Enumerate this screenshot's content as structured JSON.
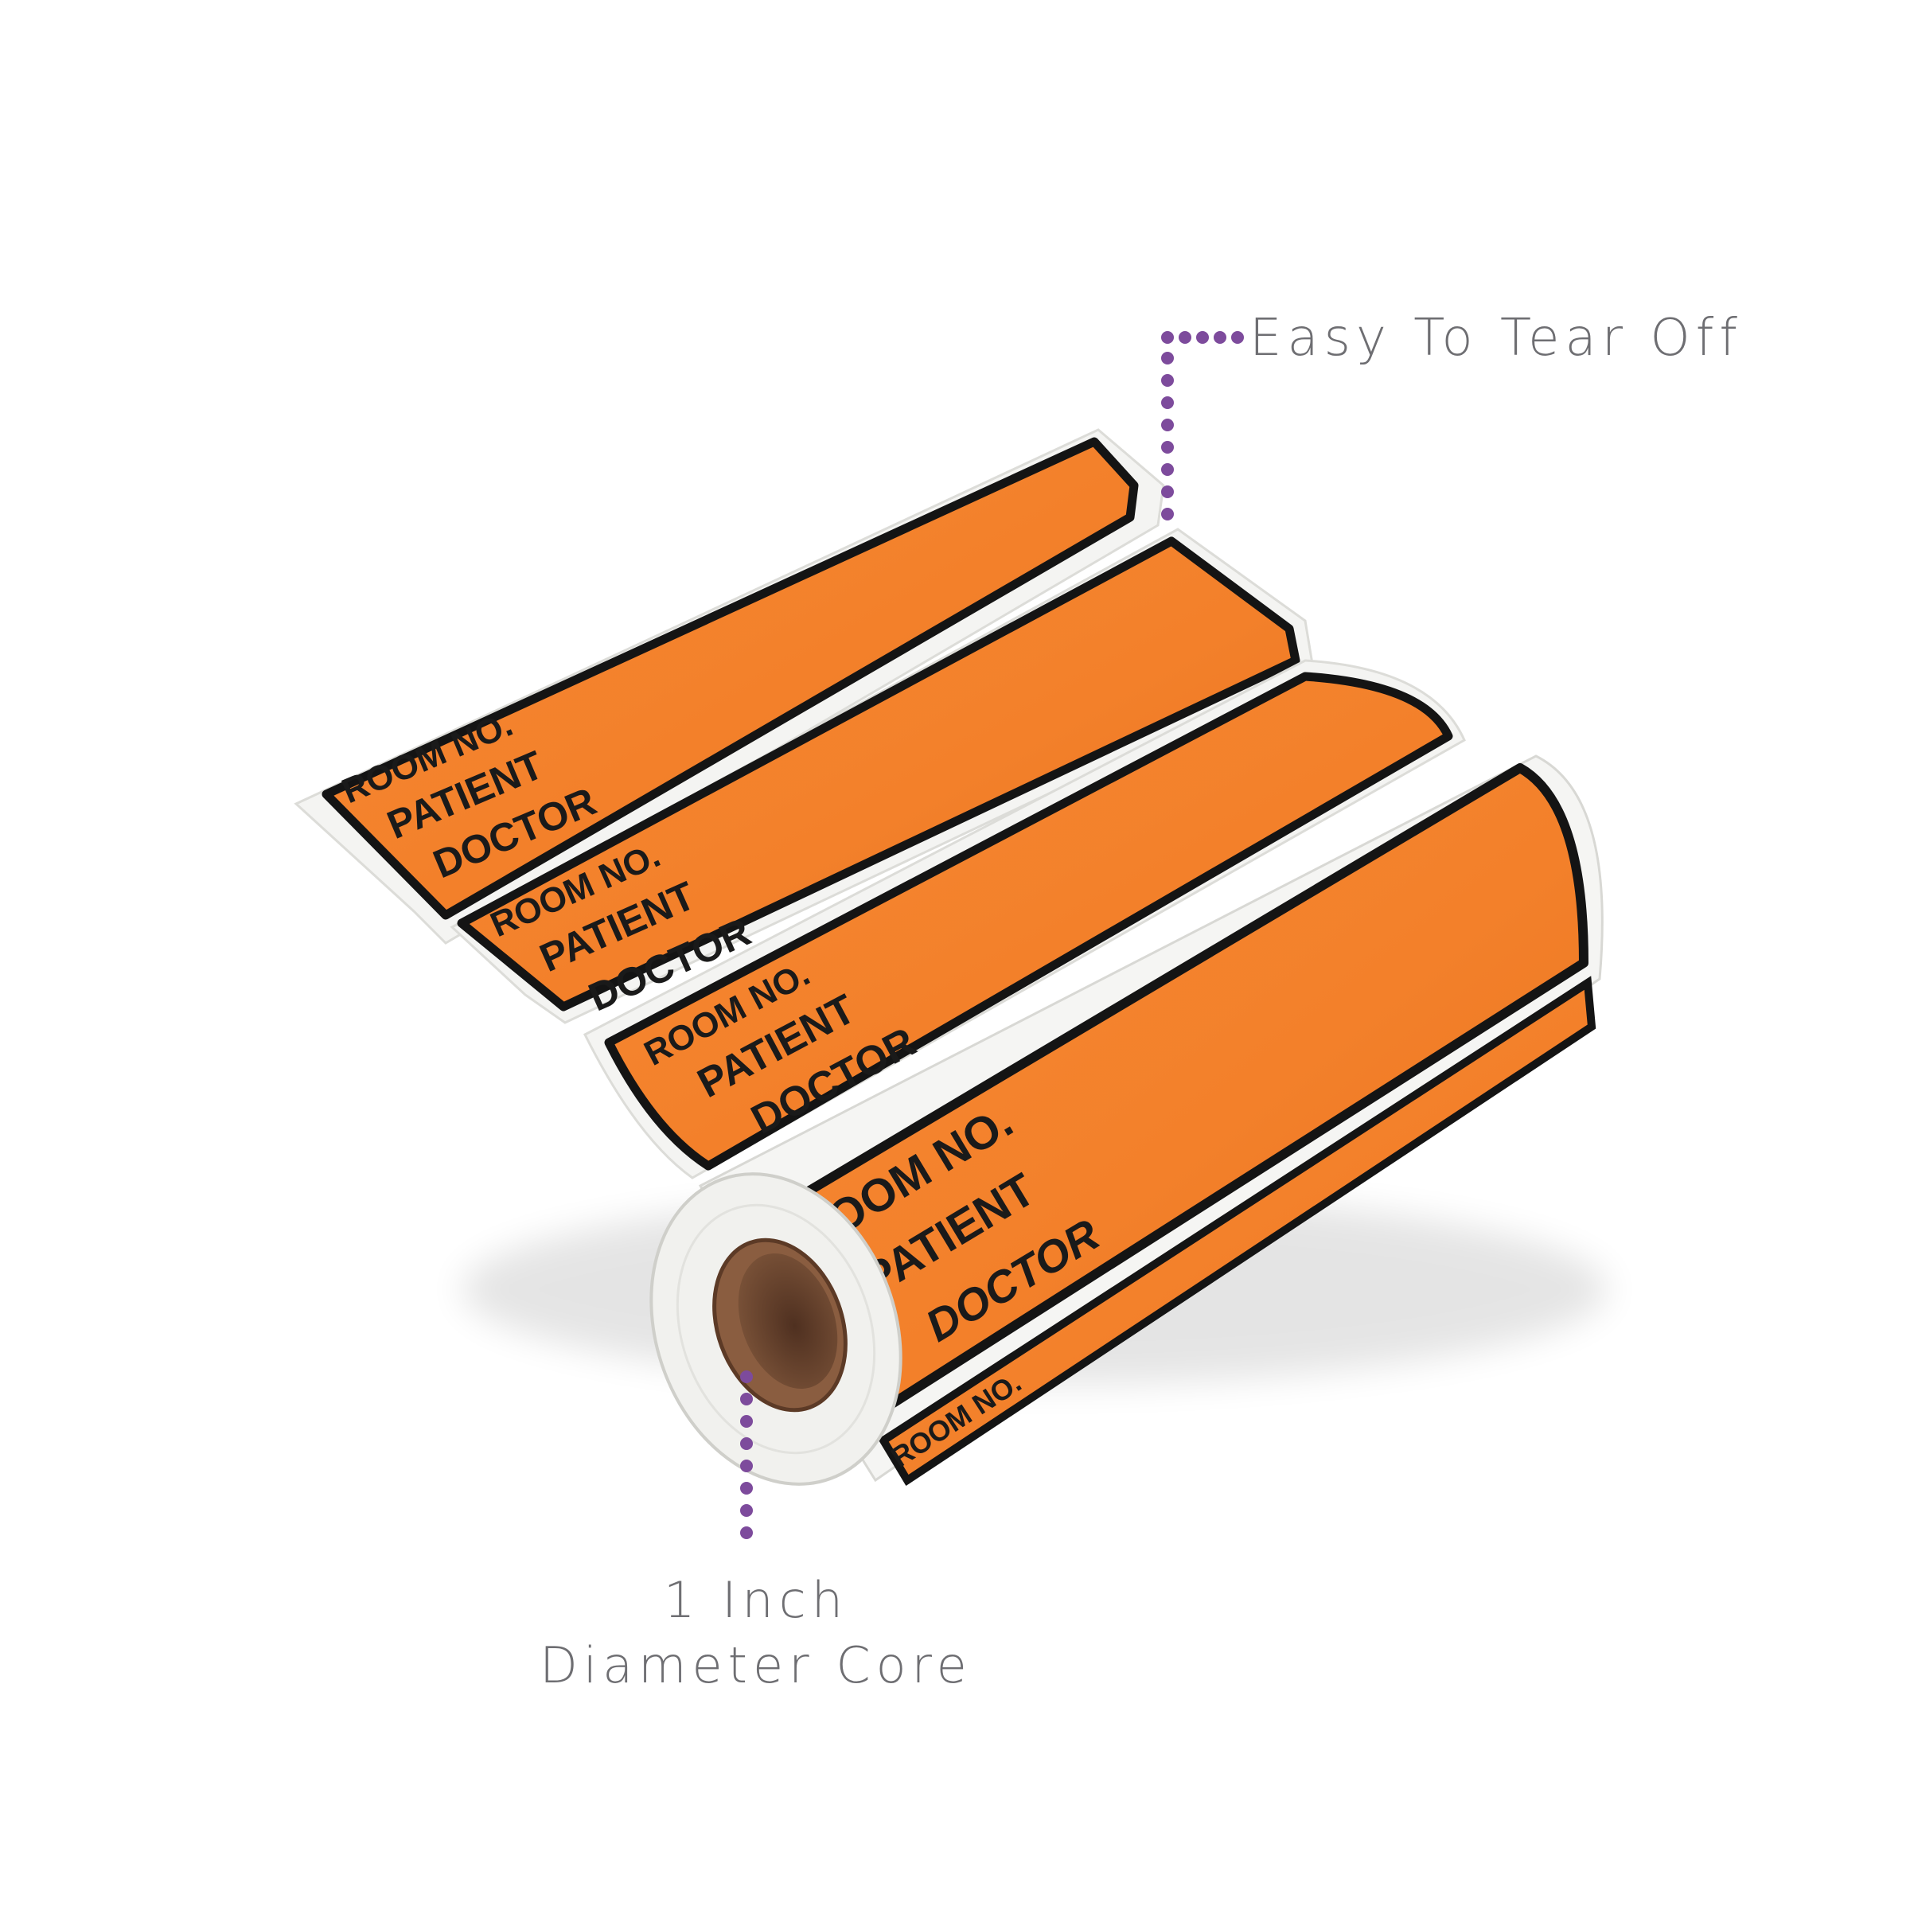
{
  "callouts": {
    "tear_off": "Easy To Tear Off",
    "core_line1": "1 Inch",
    "core_line2": "Diameter Core"
  },
  "label_fields": {
    "room": "ROOM NO.",
    "patient": "PATIENT",
    "doctor": "DOCTOR"
  },
  "colors": {
    "label_orange": "#f3822a",
    "label_border": "#141414",
    "callout_dots": "#7d4b9c",
    "callout_text": "#6e6e72",
    "core_brown": "#6b4630"
  },
  "labels_visible": 5
}
